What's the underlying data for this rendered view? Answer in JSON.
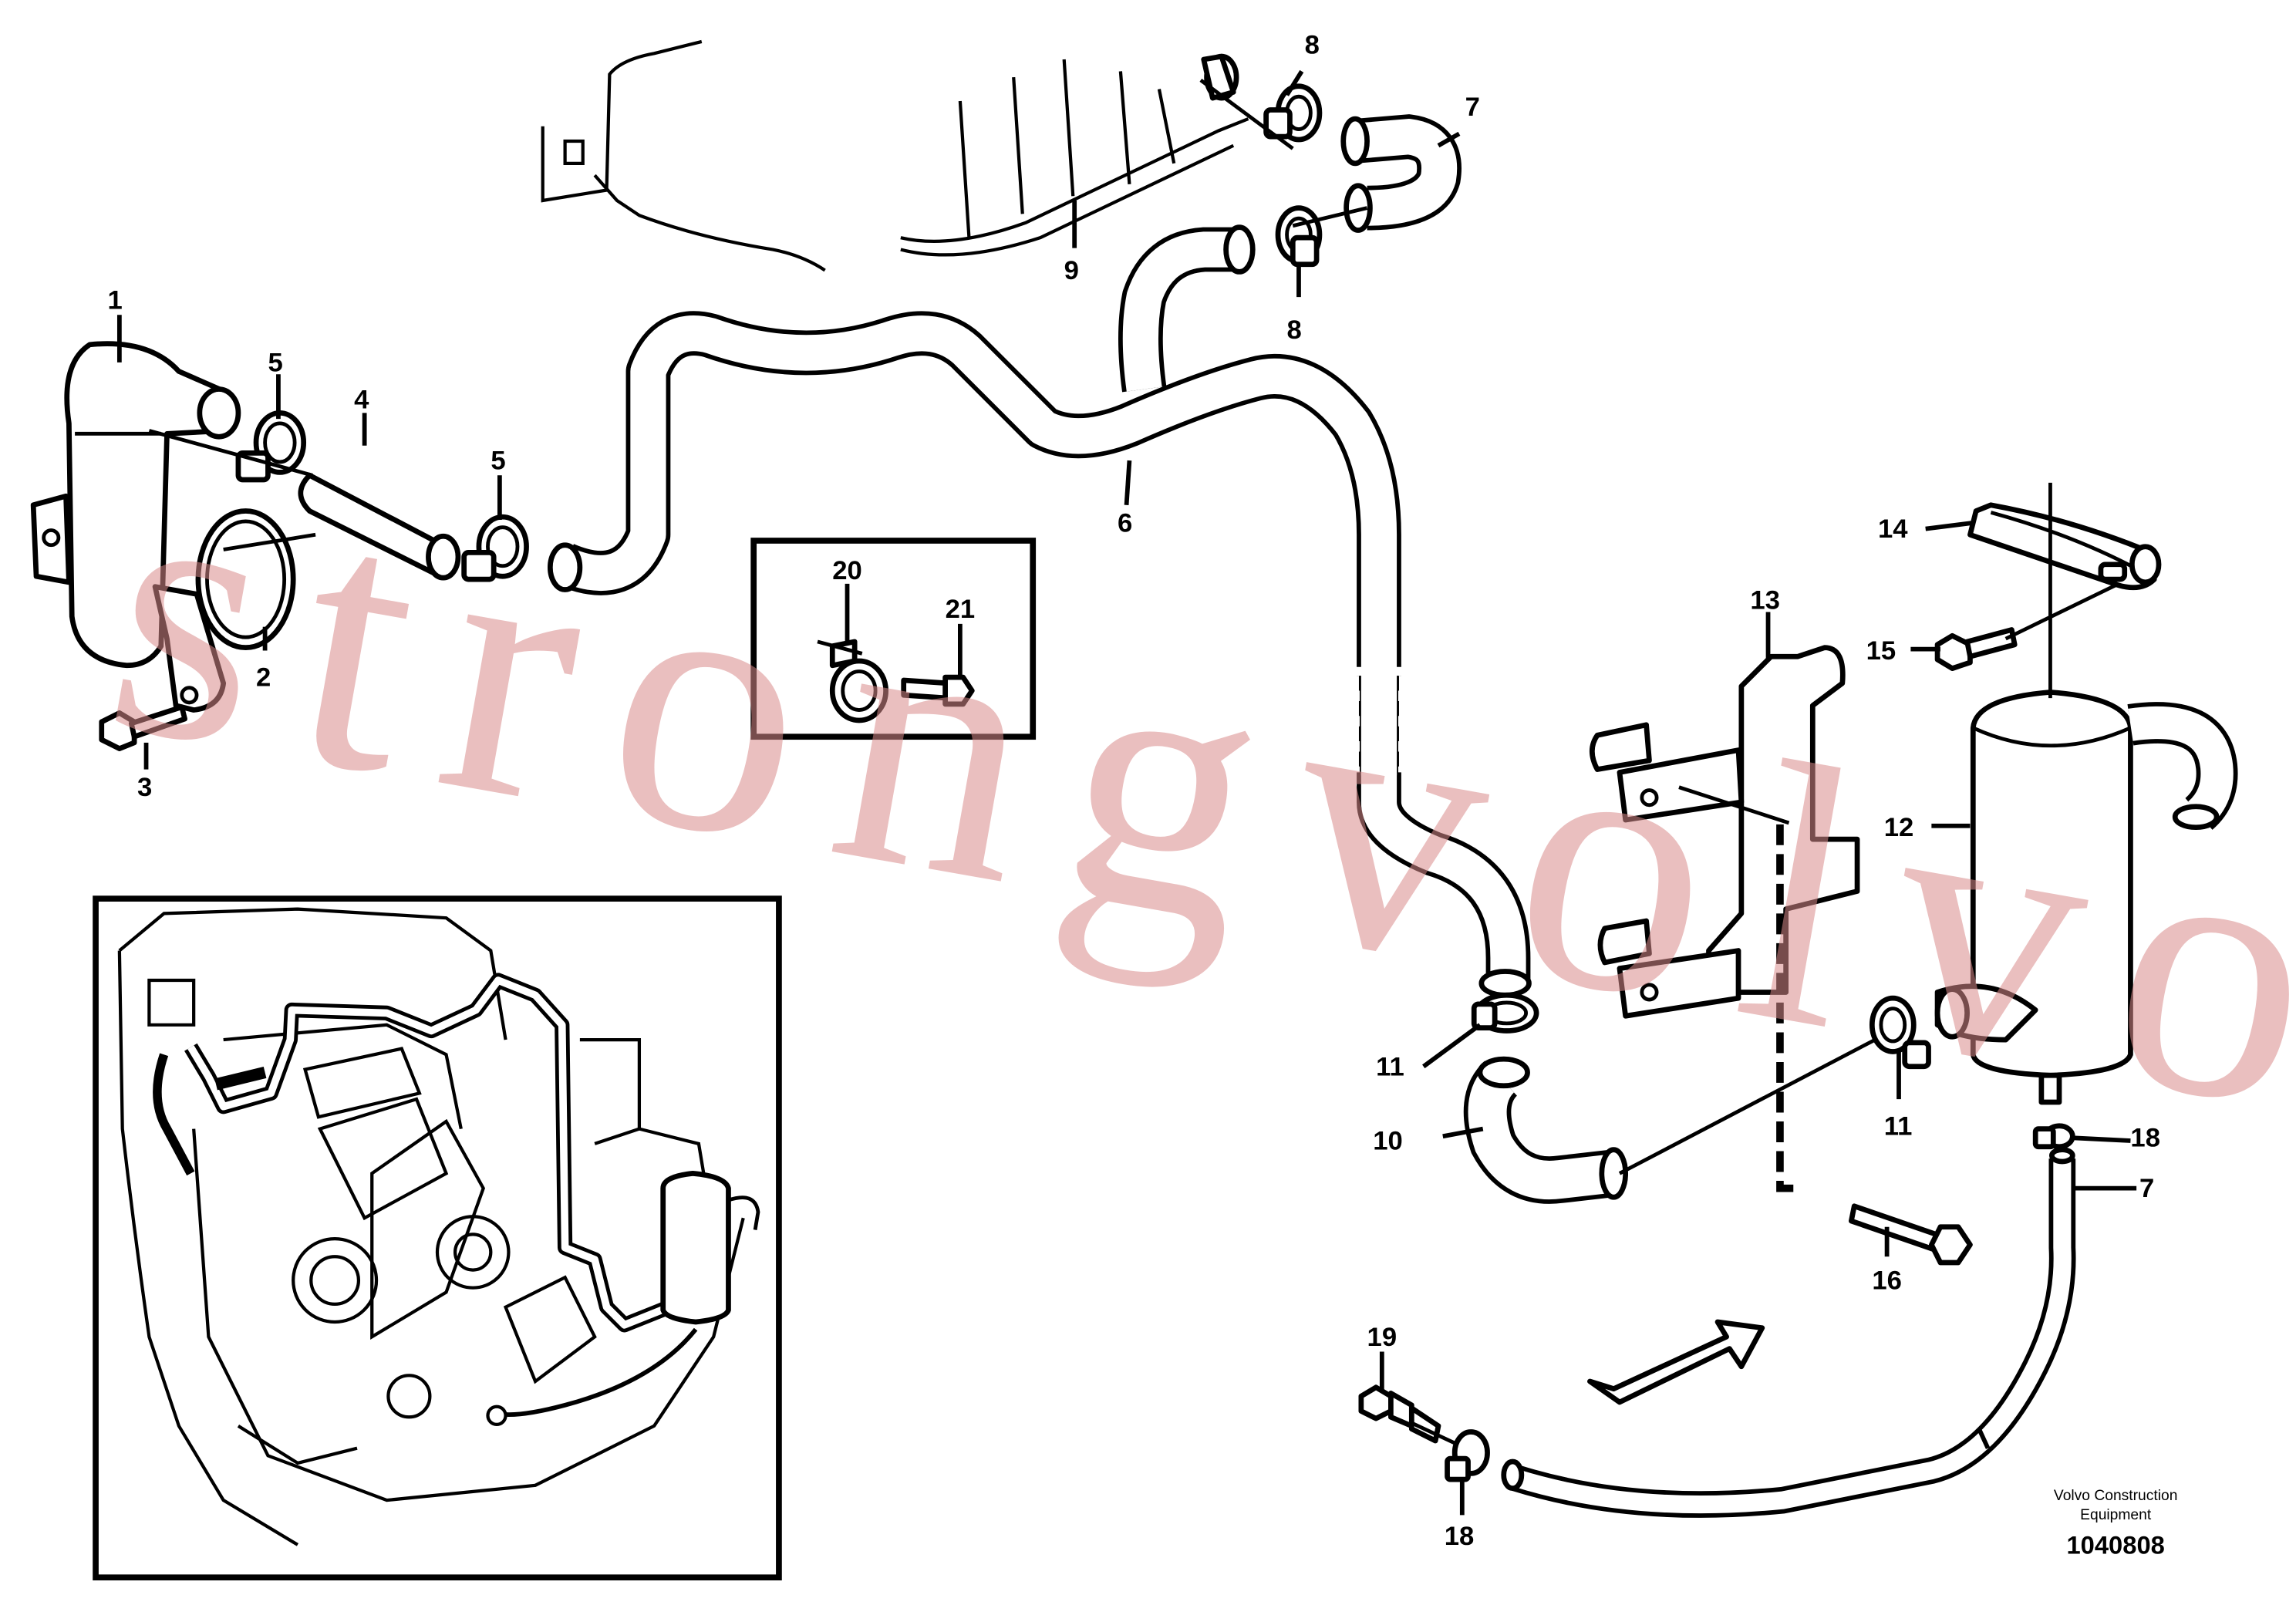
{
  "callouts": {
    "c1": "1",
    "c2": "2",
    "c3": "3",
    "c4": "4",
    "c5a": "5",
    "c5b": "5",
    "c6": "6",
    "c7a": "7",
    "c7b": "7",
    "c8a": "8",
    "c8b": "8",
    "c9": "9",
    "c10": "10",
    "c11a": "11",
    "c11b": "11",
    "c12": "12",
    "c13": "13",
    "c14": "14",
    "c15": "15",
    "c16": "16",
    "c18a": "18",
    "c18b": "18",
    "c19": "19",
    "c20": "20",
    "c21": "21"
  },
  "watermark": "strongvolvo.com",
  "manufacturer": {
    "line1": "Volvo Construction",
    "line2": "Equipment"
  },
  "drawing_number": "1040808"
}
